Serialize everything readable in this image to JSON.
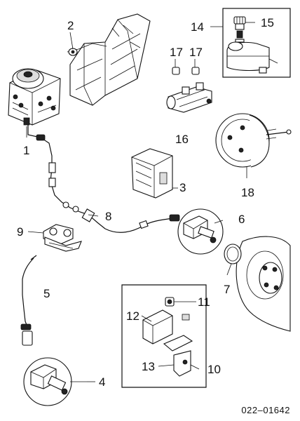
{
  "diagram": {
    "callouts": {
      "c1": "1",
      "c2": "2",
      "c3": "3",
      "c4": "4",
      "c5": "5",
      "c6": "6",
      "c7": "7",
      "c8": "8",
      "c9": "9",
      "c10": "10",
      "c11": "11",
      "c12": "12",
      "c13": "13",
      "c14": "14",
      "c15": "15",
      "c16": "16",
      "c17a": "17",
      "c17b": "17",
      "c18": "18"
    },
    "part_code": "022–01642"
  }
}
